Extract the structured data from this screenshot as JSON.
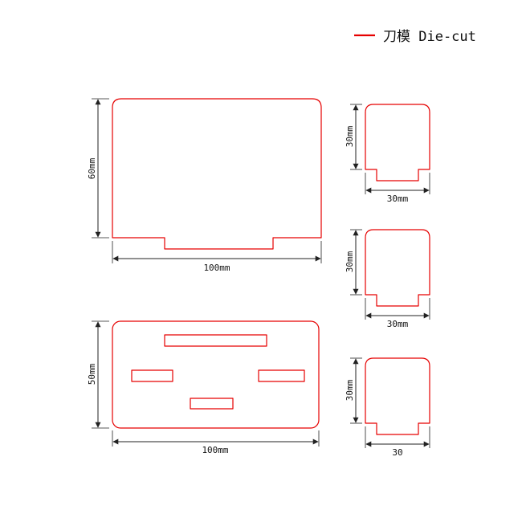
{
  "legend": {
    "label": "刀模 Die-cut"
  },
  "colors": {
    "die_cut": "#e60000",
    "dimension": "#222222",
    "background": "#ffffff"
  },
  "dimensions": {
    "top_panel": {
      "height": "60mm",
      "width": "100mm"
    },
    "bottom_panel": {
      "height": "50mm",
      "width": "100mm"
    },
    "small_panels": [
      {
        "height": "30mm",
        "width": "30mm"
      },
      {
        "height": "30mm",
        "width": "30mm"
      },
      {
        "height": "30mm",
        "width": "30"
      }
    ]
  }
}
